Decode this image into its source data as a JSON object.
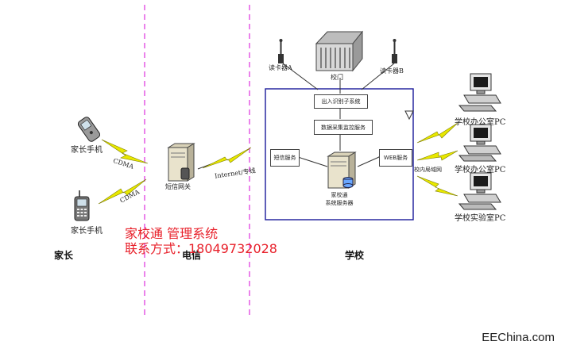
{
  "sections": {
    "parent": "家长",
    "telecom": "电信",
    "school": "学校"
  },
  "parent_side": {
    "phone_top": "家长手机",
    "phone_bottom": "家长手机",
    "link_top": "CDMA",
    "link_bottom": "CDMA"
  },
  "telecom_side": {
    "gateway": "短信网关",
    "internet_link": "Internet/专线"
  },
  "school_side": {
    "reader_a": "读卡器A",
    "gate": "校门",
    "reader_b": "读卡器B",
    "access_system": "出入识别子系统",
    "data_service": "数据采集监控服务",
    "sms_service": "短信服务",
    "web_service": "WEB服务",
    "server_line1": "家校通",
    "server_line2": "系统服务器",
    "lan": "校内局域网",
    "pc1": "学校办公室PC",
    "pc2": "学校办公室PC",
    "pc3": "学校实验室PC"
  },
  "watermark": {
    "line1": "家校通 管理系统",
    "line2": "联系方式：18049732028"
  },
  "logo": "EEChina.com",
  "colors": {
    "divider": "#e040e0",
    "school_box": "#1a1a9a",
    "lightning": "#e8e800",
    "watermark": "#e8202a"
  }
}
